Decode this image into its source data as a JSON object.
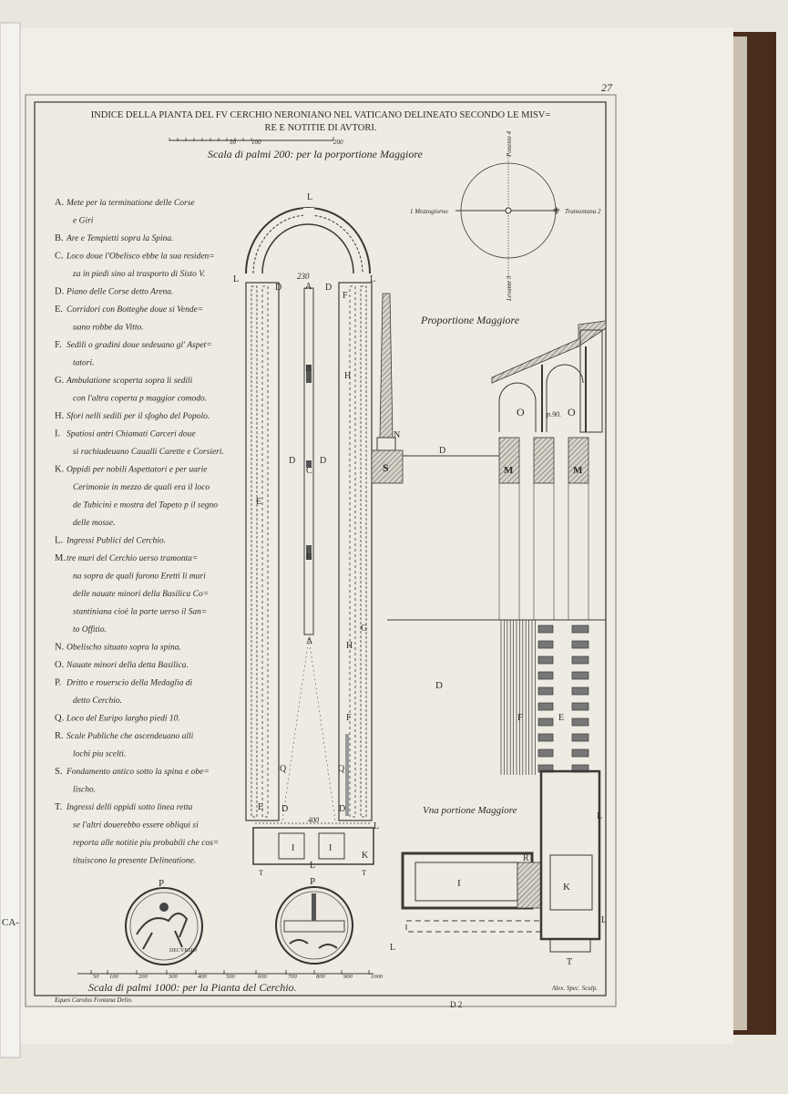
{
  "page": {
    "number": "27",
    "signature_mark": "D 2",
    "left_page_catchword": "CA-"
  },
  "title": {
    "line1": "INDICE DELLA PIANTA DEL FV CERCHIO NERONIANO NEL VATICANO DELINEATO SECONDO LE MISV=",
    "line2": "RE E NOTITIE DI AVTORI."
  },
  "scale_top": {
    "ticks": [
      "50",
      "100",
      "200"
    ],
    "caption": "Scala di palmi 200: per la porportione Maggiore"
  },
  "compass": {
    "north": "Ponente 4",
    "south": "Levante 3",
    "west": "1 Mezzogiorno",
    "east": "Tramontana 2"
  },
  "legend": [
    {
      "key": "A.",
      "lines": [
        "Mete per la terminatione delle Corse",
        "e Giri"
      ]
    },
    {
      "key": "B.",
      "lines": [
        "Are e Tempietti sopra la Spina."
      ]
    },
    {
      "key": "C.",
      "lines": [
        "Loco doue l'Obelisco ebbe la sua residen=",
        "za in piedi sino al trasporto di Sisto V."
      ]
    },
    {
      "key": "D.",
      "lines": [
        "Piano delle Corse detto Arena."
      ]
    },
    {
      "key": "E.",
      "lines": [
        "Corridori con Botteghe doue si Vende=",
        "uano robbe da Vitto."
      ]
    },
    {
      "key": "F.",
      "lines": [
        "Sedili o gradini doue sedeuano gl' Aspet=",
        "tatori."
      ]
    },
    {
      "key": "G.",
      "lines": [
        "Ambulatione scoperta sopra li sedili",
        "con l'altra coperta p maggior comodo."
      ]
    },
    {
      "key": "H.",
      "lines": [
        "Sfori nelli sedili per il sfogho del Popolo."
      ]
    },
    {
      "key": "I.",
      "lines": [
        "Spatiosi antri Chiamati Carceri doue",
        "si rachiudeuano Caualli Carette e Corsieri."
      ]
    },
    {
      "key": "K.",
      "lines": [
        "Oppidi per nobili Aspettatori e per uarie",
        "Cerimonie in mezzo de quali era il loco",
        "de Tubicini e mostra del Tapeto p il segno",
        "delle mosse."
      ]
    },
    {
      "key": "L.",
      "lines": [
        "Ingressi Publici del Cerchio."
      ]
    },
    {
      "key": "M.",
      "lines": [
        "tre muri del Cerchio uerso tramonta=",
        "na sopra de quali furono Eretti li muri",
        "delle nauate minori della Basilica Co=",
        "stantiniana cioè la parte uerso il San=",
        "to Offitio."
      ]
    },
    {
      "key": "N.",
      "lines": [
        "Obelischo situato sopra la spina."
      ]
    },
    {
      "key": "O.",
      "lines": [
        "Nauate minori della detta Basilica."
      ]
    },
    {
      "key": "P.",
      "lines": [
        "Dritto e rouerscio della Medaglia di",
        "detto Cerchio."
      ]
    },
    {
      "key": "Q.",
      "lines": [
        "Loco del Euripo largho piedi 10."
      ]
    },
    {
      "key": "R.",
      "lines": [
        "Scale Publiche che ascendeuano alli",
        "lochi piu scelti."
      ]
    },
    {
      "key": "S.",
      "lines": [
        "Fondamento antico sotto la spina e obe=",
        "lischo."
      ]
    },
    {
      "key": "T.",
      "lines": [
        "Ingressi delli oppidi sotto linea retta",
        "se l'altri douerebbo essere obliqui si",
        "reporta alle notitie piu probabili che cos=",
        "tituiscono la presente Delineatione."
      ]
    }
  ],
  "plan": {
    "letters": {
      "A": "A",
      "B": "B",
      "C": "C",
      "D": "D",
      "E": "E",
      "F": "F",
      "G": "G",
      "H": "H",
      "I": "I",
      "K": "K",
      "L": "L",
      "M": "M",
      "N": "N",
      "O": "O",
      "P": "P",
      "Q": "Q",
      "R": "R",
      "S": "S",
      "T": "T"
    },
    "dim_width": "230",
    "dim_length": "400",
    "dim_section": "p.90.",
    "section_title": "Proportione Maggiore",
    "portion_title": "Vna portione Maggiore",
    "medal_inscription": "DECVRSIO"
  },
  "scale_bottom": {
    "ticks": [
      "50",
      "100",
      "200",
      "300",
      "400",
      "500",
      "600",
      "700",
      "800",
      "900",
      "1000"
    ],
    "caption": "Scala di palmi 1000: per la Pianta del Cerchio."
  },
  "credits": {
    "draftsman": "Eques Carolus Fontana Delin.",
    "engraver": "Alex. Spec. Sculp."
  }
}
